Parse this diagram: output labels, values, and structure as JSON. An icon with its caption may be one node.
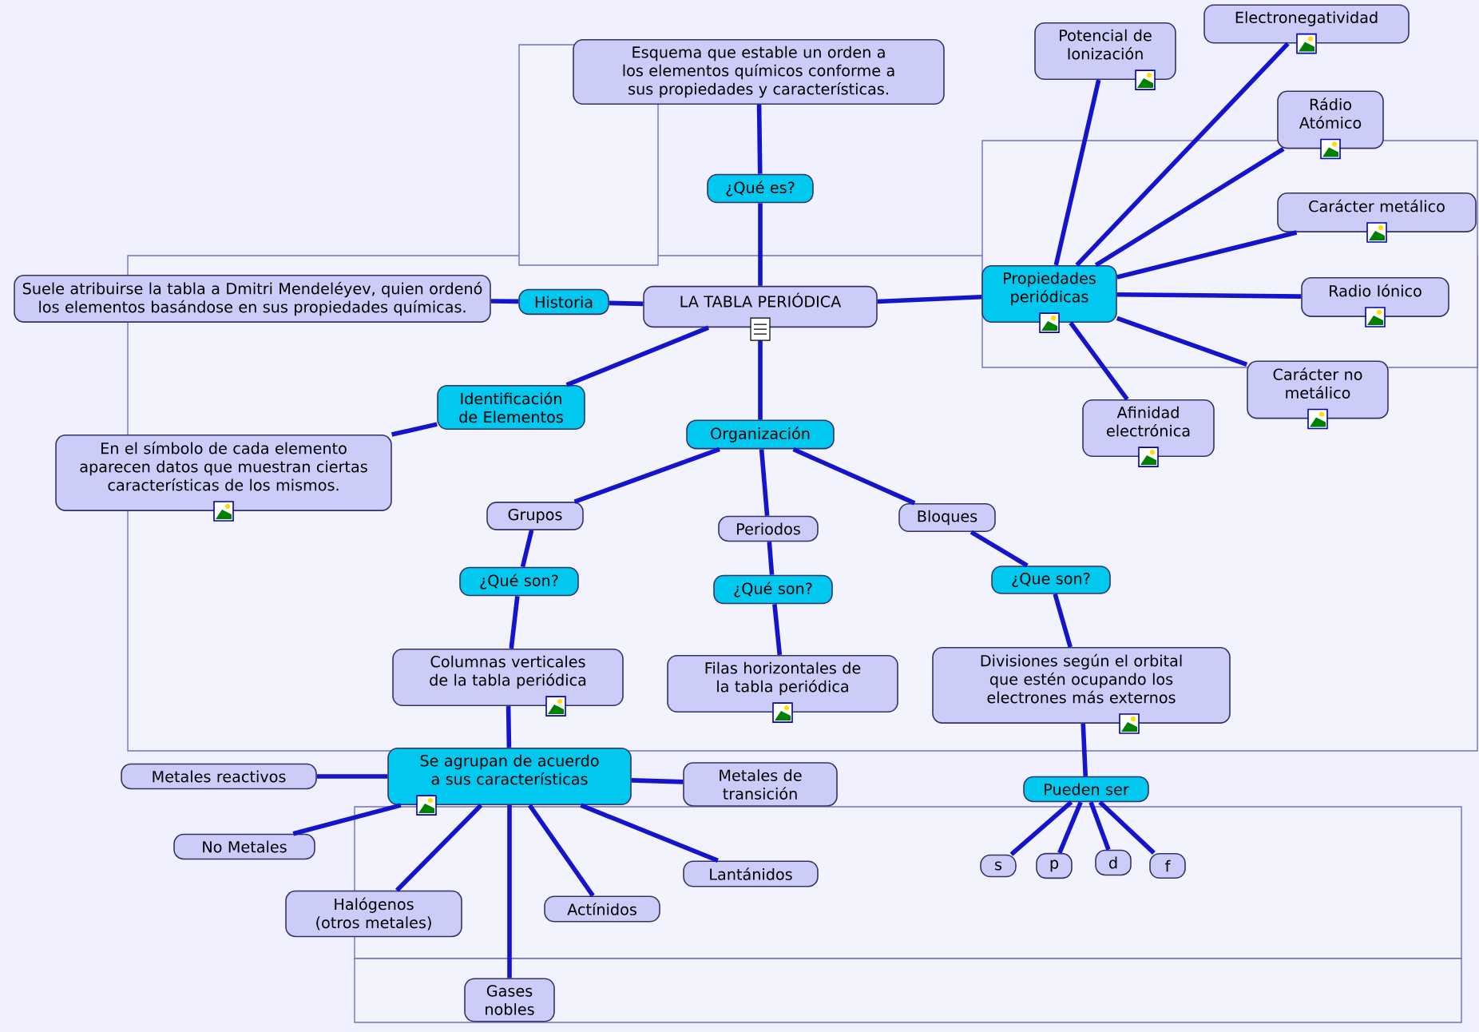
{
  "diagram": {
    "nodes": [
      {
        "text": [
          "Esquema que estable un orden a los elementos químicos conforme a sus propiedades y características."
        ]
      },
      {
        "text": [
          "¿Qué es?"
        ]
      },
      {
        "text": [
          "LA TABLA PERIÓDICA"
        ]
      },
      {
        "text": [
          "Historia"
        ]
      },
      {
        "text": [
          "Suele atribuirse la tabla a Dmitri Mendeléyev, quien ordenó los elementos basándose en sus propiedades químicas."
        ]
      },
      {
        "text": [
          "Propiedades periódicas"
        ]
      },
      {
        "text": [
          "Potencial de Ionización"
        ]
      },
      {
        "text": [
          "Electronegatividad"
        ]
      },
      {
        "text": [
          "Rádio Atómico"
        ]
      },
      {
        "text": [
          "Carácter metálico"
        ]
      },
      {
        "text": [
          "Radio Iónico"
        ]
      },
      {
        "text": [
          "Carácter no metálico"
        ]
      },
      {
        "text": [
          "Afinidad electrónica"
        ]
      },
      {
        "text": [
          "Identificación de Elementos"
        ]
      },
      {
        "text": [
          "En el símbolo de cada elemento aparecen datos que muestran ciertas características de los mismos."
        ]
      },
      {
        "text": [
          "Organización"
        ]
      },
      {
        "text": [
          "Grupos"
        ]
      },
      {
        "text": [
          "Periodos"
        ]
      },
      {
        "text": [
          "Bloques"
        ]
      },
      {
        "text": [
          "¿Qué son?"
        ]
      },
      {
        "text": [
          "¿Qué son?"
        ]
      },
      {
        "text": [
          "¿Que son?"
        ]
      },
      {
        "text": [
          "Columnas verticales de la tabla periódica"
        ]
      },
      {
        "text": [
          "Filas horizontales de la tabla periódica"
        ]
      },
      {
        "text": [
          "Divisiones según el orbital que estén ocupando los electrones más externos"
        ]
      },
      {
        "text": [
          "Se agrupan de acuerdo a sus características"
        ]
      },
      {
        "text": [
          "Metales reactivos"
        ]
      },
      {
        "text": [
          "Metales de transición"
        ]
      },
      {
        "text": [
          "No Metales"
        ]
      },
      {
        "text": [
          "Halógenos (otros metales)"
        ]
      },
      {
        "text": [
          "Actínidos"
        ]
      },
      {
        "text": [
          "Lantánidos"
        ]
      },
      {
        "text": [
          "Gases nobles"
        ]
      },
      {
        "text": [
          "Pueden ser"
        ]
      },
      {
        "text": [
          "s"
        ]
      },
      {
        "text": [
          "p"
        ]
      },
      {
        "text": [
          "d"
        ]
      },
      {
        "text": [
          "f"
        ]
      }
    ],
    "edges": [
      {
        "from": 4,
        "to": 3,
        "arrow": "none"
      },
      {
        "from": 3,
        "to": 2,
        "arrow": "none"
      },
      {
        "from": 0,
        "to": 1,
        "arrow": "none"
      },
      {
        "from": 1,
        "to": 2,
        "arrow": "none"
      },
      {
        "from": 2,
        "to": 5,
        "arrow": "none"
      },
      {
        "from": 5,
        "to": 6,
        "arrow": "none"
      },
      {
        "from": 5,
        "to": 7,
        "arrow": "none"
      },
      {
        "from": 5,
        "to": 8,
        "arrow": "none"
      },
      {
        "from": 5,
        "to": 9,
        "arrow": "none"
      },
      {
        "from": 5,
        "to": 10,
        "arrow": "none"
      },
      {
        "from": 5,
        "to": 11,
        "arrow": "none"
      },
      {
        "from": 5,
        "to": 12,
        "arrow": "none"
      },
      {
        "from": 2,
        "to": 13,
        "arrow": "none"
      },
      {
        "from": 13,
        "to": 14,
        "arrow": "none"
      },
      {
        "from": 2,
        "to": 15,
        "arrow": "none"
      },
      {
        "from": 15,
        "to": 16,
        "arrow": "none"
      },
      {
        "from": 15,
        "to": 17,
        "arrow": "none"
      },
      {
        "from": 15,
        "to": 18,
        "arrow": "none"
      },
      {
        "from": 16,
        "to": 19,
        "arrow": "none"
      },
      {
        "from": 19,
        "to": 22,
        "arrow": "none"
      },
      {
        "from": 17,
        "to": 20,
        "arrow": "none"
      },
      {
        "from": 20,
        "to": 23,
        "arrow": "none"
      },
      {
        "from": 18,
        "to": 21,
        "arrow": "none"
      },
      {
        "from": 21,
        "to": 24,
        "arrow": "none"
      },
      {
        "from": 22,
        "to": 25,
        "arrow": "none"
      },
      {
        "from": 25,
        "to": 26,
        "arrow": "none"
      },
      {
        "from": 25,
        "to": 27,
        "arrow": "none"
      },
      {
        "from": 25,
        "to": 28,
        "arrow": "none"
      },
      {
        "from": 25,
        "to": 29,
        "arrow": "none"
      },
      {
        "from": 25,
        "to": 30,
        "arrow": "none"
      },
      {
        "from": 25,
        "to": 31,
        "arrow": "none"
      },
      {
        "from": 25,
        "to": 32,
        "arrow": "none"
      },
      {
        "from": 24,
        "to": 33,
        "arrow": "none"
      },
      {
        "from": 33,
        "to": 34,
        "arrow": "none"
      },
      {
        "from": 33,
        "to": 35,
        "arrow": "none"
      },
      {
        "from": 33,
        "to": 36,
        "arrow": "none"
      },
      {
        "from": 33,
        "to": 37,
        "arrow": "none"
      }
    ]
  }
}
